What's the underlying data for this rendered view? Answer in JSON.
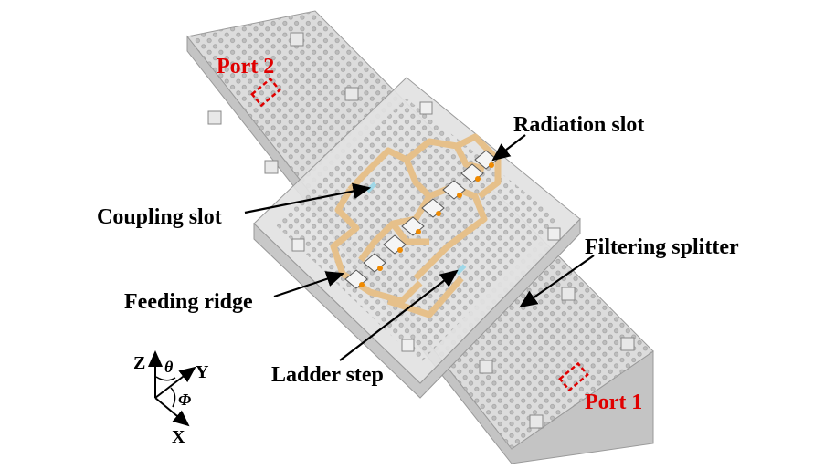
{
  "labels": {
    "port2": "Port 2",
    "port1": "Port 1",
    "radiation_slot": "Radiation slot",
    "coupling_slot": "Coupling slot",
    "filtering_splitter": "Filtering splitter",
    "feeding_ridge": "Feeding ridge",
    "ladder_step": "Ladder step"
  },
  "axes": {
    "z": "Z",
    "y": "Y",
    "x": "X",
    "theta": "θ",
    "phi": "Φ"
  },
  "colors": {
    "port": "#e00000",
    "feed": "#e6c08a",
    "plate": "#d9d9d9",
    "slot_dot": "#f08a00"
  }
}
